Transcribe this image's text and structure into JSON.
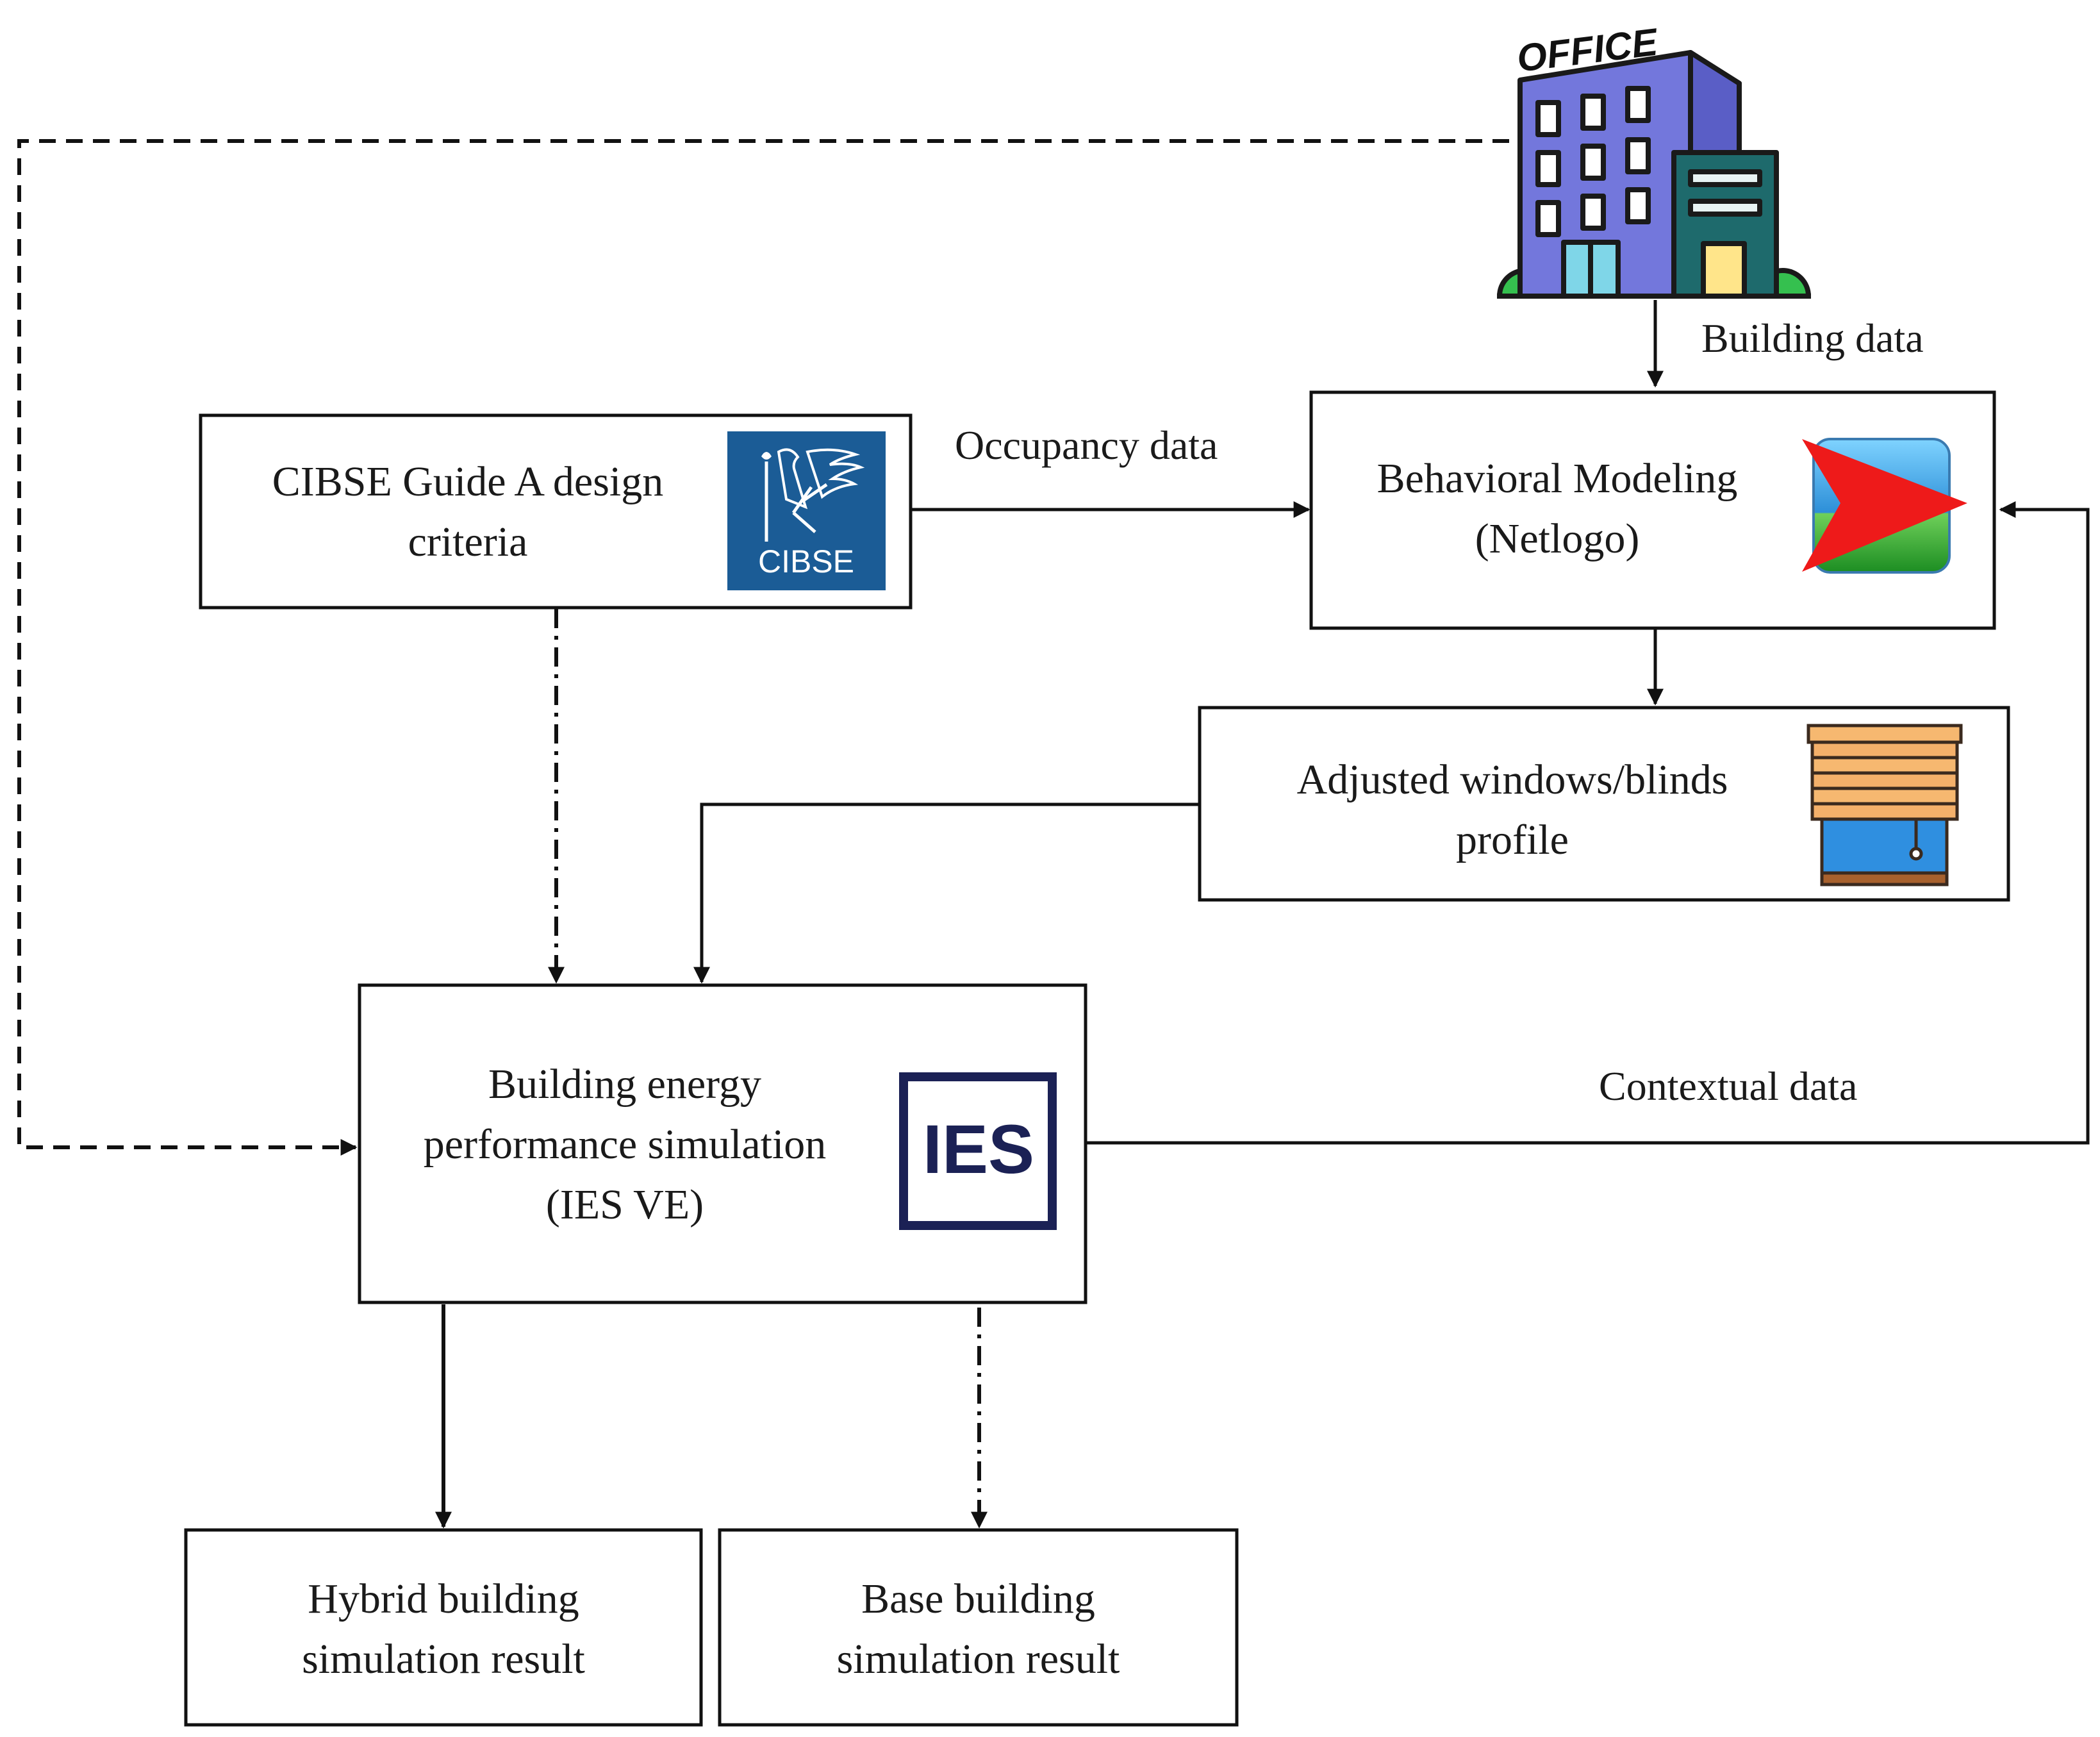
{
  "nodes": {
    "cibse": {
      "lines": [
        "CIBSE Guide A design",
        "criteria"
      ],
      "logo_text": "CIBSE"
    },
    "behavioral": {
      "lines": [
        "Behavioral Modeling",
        "(Netlogo)"
      ]
    },
    "windows": {
      "lines": [
        "Adjusted windows/blinds",
        "profile"
      ]
    },
    "ies": {
      "lines": [
        "Building energy",
        "performance simulation",
        "(IES VE)"
      ],
      "logo_text": "IES"
    },
    "hybrid": {
      "lines": [
        "Hybrid building",
        "simulation result"
      ]
    },
    "base": {
      "lines": [
        "Base building",
        "simulation result"
      ]
    },
    "office": {
      "sign": "OFFICE"
    }
  },
  "edges": {
    "building_data": "Building data",
    "occupancy_data": "Occupancy data",
    "contextual_data": "Contextual data"
  },
  "colors": {
    "cibse_blue": "#1b5c96",
    "ies_navy": "#1b2155",
    "building_blue": "#6d72d6",
    "building_teal": "#1e6a6c",
    "netlogo_red": "#ee1a1a"
  }
}
